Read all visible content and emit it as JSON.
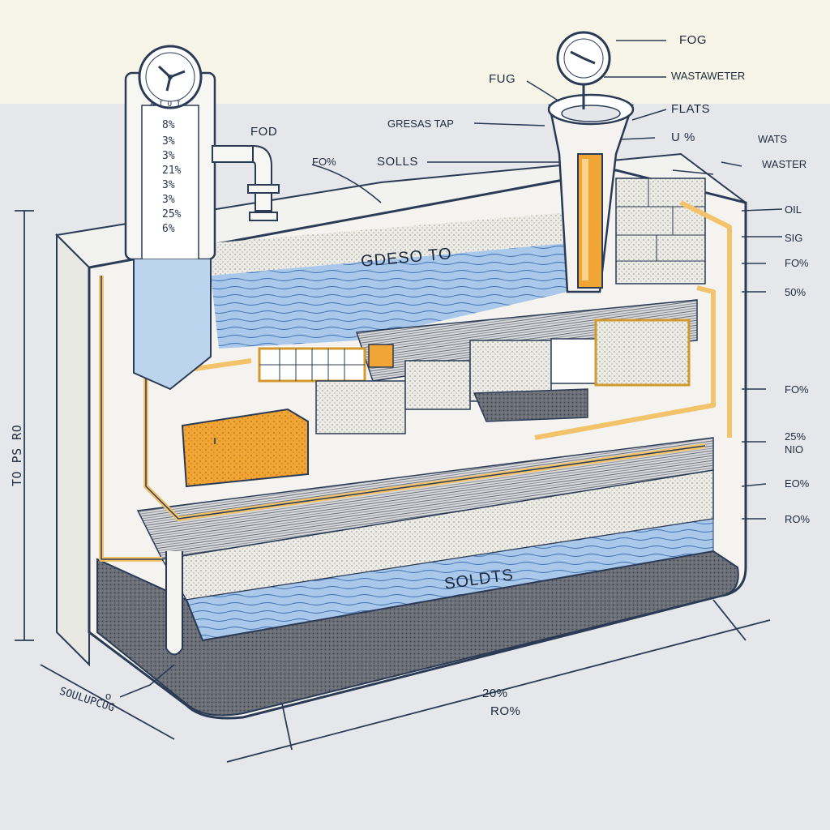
{
  "colors": {
    "background": "#e6e7ea",
    "sky": "#f7f4e8",
    "outline": "#2b3a55",
    "water": "#a9c8ea",
    "grease": "#f0a534",
    "pipe": "#f2c36b",
    "solids": "#5a5d66"
  },
  "labels": {
    "fog_top": "FOG",
    "fug": "FUG",
    "wastewater_top": "WASTAWETER",
    "gresas_tap": "GRESAS TAP",
    "flats": "FLATS",
    "u_pct": "U %",
    "wats": "WATS",
    "waster": "WASTER",
    "fod": "FOD",
    "fo_pct_left": "FO%",
    "solls": "SOLLS",
    "gdeso_to": "GDESO TO",
    "soldts": "SOLDTS",
    "twenty_pct": "20%",
    "ro_pct": "RO%",
    "soulupcug": "SOULUPCUG",
    "to_ps_ro": "TO PS RO",
    "small_o": "o"
  },
  "right_scale": [
    {
      "text": "OIL"
    },
    {
      "text": "SIG"
    },
    {
      "text": "FO%"
    },
    {
      "text": "50%"
    },
    {
      "text": "FO%"
    },
    {
      "text": "25%"
    },
    {
      "text": "NIO"
    },
    {
      "text": "EO%"
    },
    {
      "text": "RO%"
    }
  ],
  "gauge_scale": [
    "8%",
    "3%",
    "3%",
    "21%",
    "3%",
    "3%",
    "25%",
    "6%"
  ],
  "gauge_header": "A I  O I"
}
